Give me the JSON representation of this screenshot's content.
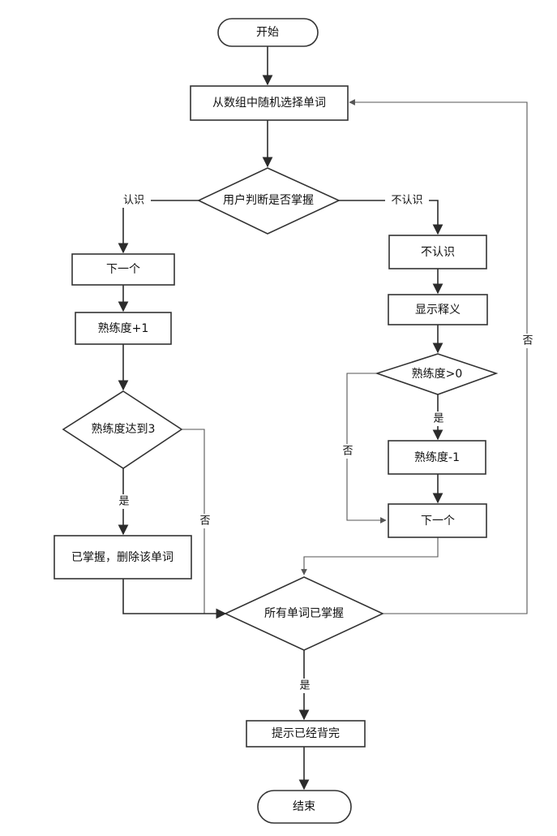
{
  "nodes": {
    "start": "开始",
    "select": "从数组中随机选择单词",
    "judge": "用户判断是否掌握",
    "next_left": "下一个",
    "prof_inc": "熟练度+1",
    "reach3": "熟练度达到3",
    "mastered_delete": "已掌握，删除该单词",
    "not_know": "不认识",
    "show_meaning": "显示释义",
    "prof_gt0": "熟练度>0",
    "prof_dec": "熟练度-1",
    "next_right": "下一个",
    "all_mastered": "所有单词已掌握",
    "prompt_done": "提示已经背完",
    "end": "结束"
  },
  "edges": {
    "know": "认识",
    "dont_know": "不认识",
    "yes_reach3": "是",
    "no_reach3": "否",
    "yes_gt0": "是",
    "no_gt0": "否",
    "yes_all": "是",
    "no_all": "否"
  }
}
